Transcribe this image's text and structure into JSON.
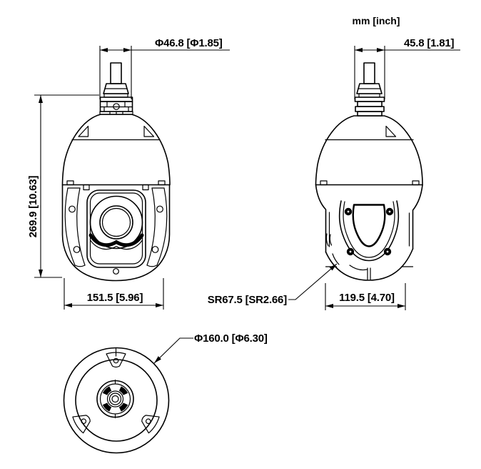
{
  "drawing": {
    "background_color": "#ffffff",
    "line_color": "#000000",
    "units_note": "mm [inch]",
    "front_view": {
      "dimensions": {
        "mount_diameter": "Φ46.8 [Φ1.85]",
        "overall_height": "269.9 [10.63]",
        "body_width": "151.5 [5.96]"
      }
    },
    "side_view": {
      "dimensions": {
        "mount_width": "45.8 [1.81]",
        "dome_spherical_radius": "SR67.5 [SR2.66]",
        "base_width": "119.5 [4.70]"
      }
    },
    "bottom_view": {
      "dimensions": {
        "base_diameter": "Φ160.0 [Φ6.30]"
      }
    }
  }
}
